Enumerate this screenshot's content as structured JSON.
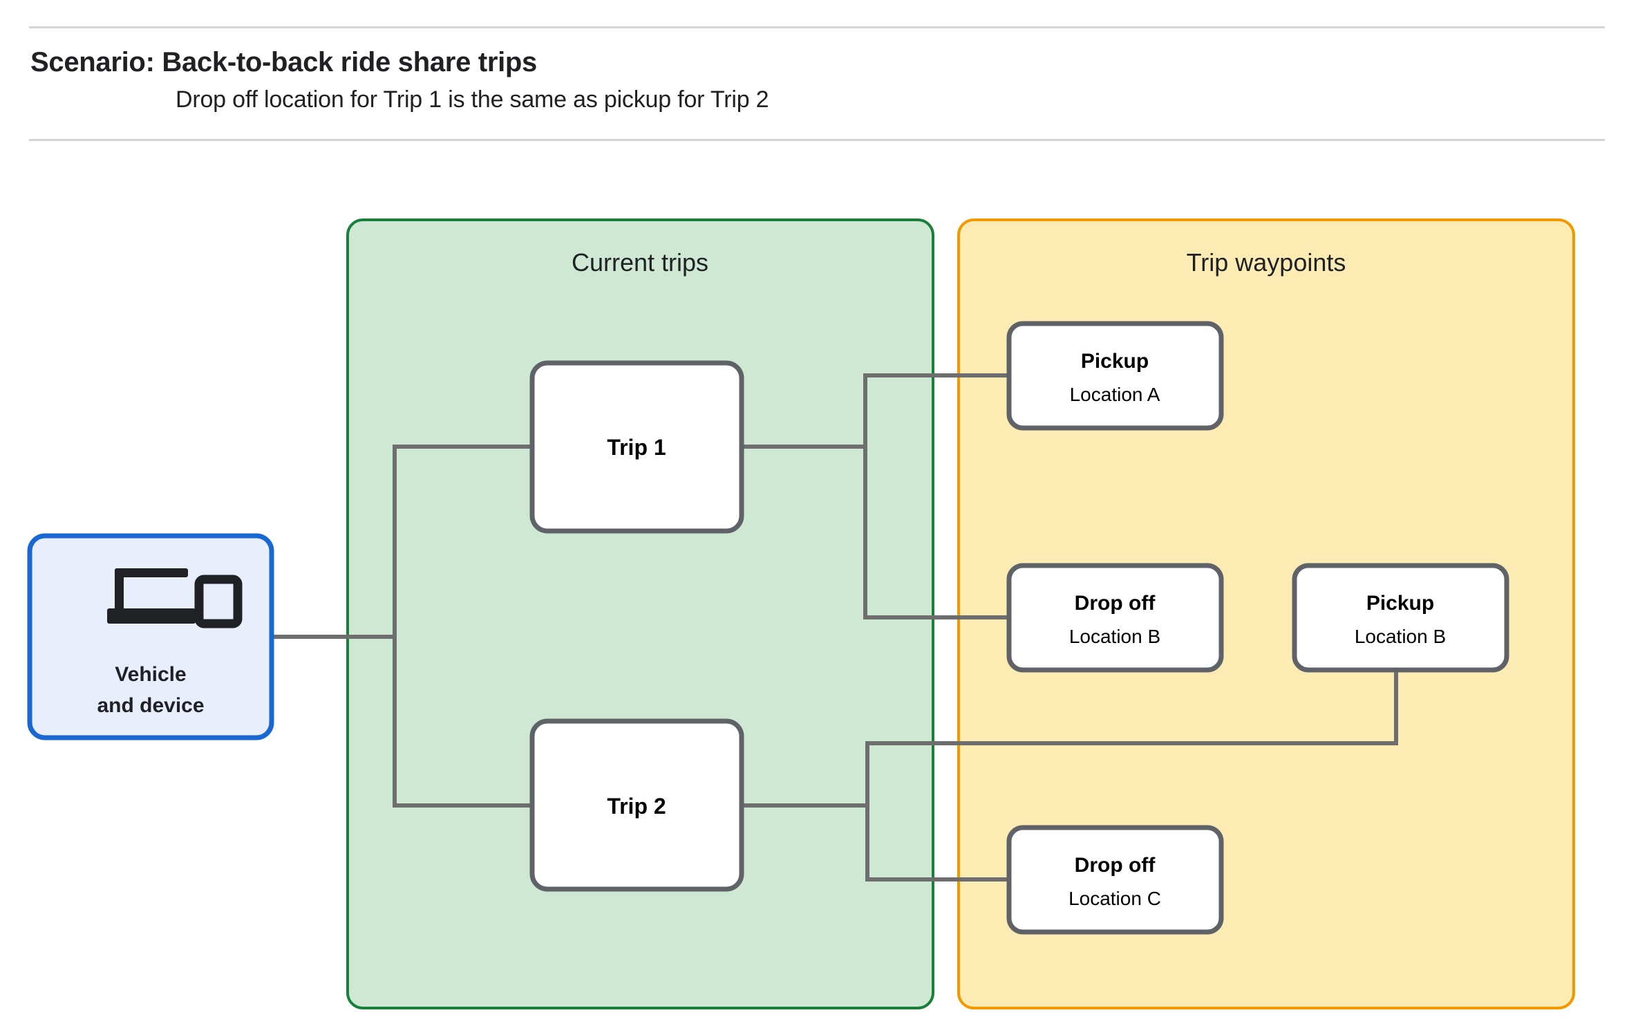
{
  "header": {
    "title": "Scenario: Back-to-back ride share trips",
    "subtitle": "Drop off  location for Trip 1 is the same as pickup for Trip 2"
  },
  "groups": {
    "current_trips": {
      "label": "Current trips",
      "border_color": "#188038",
      "fill_color": "#cee8d4"
    },
    "trip_waypoints": {
      "label": "Trip waypoints",
      "border_color": "#f29900",
      "fill_color": "#fdebb4"
    }
  },
  "vehicle": {
    "line1": "Vehicle",
    "line2": "and device",
    "icon": "devices-icon",
    "border_color": "#1967d2",
    "fill_color": "#e8eefc"
  },
  "trips": [
    {
      "label": "Trip 1"
    },
    {
      "label": "Trip 2"
    }
  ],
  "waypoints": [
    {
      "type": "Pickup",
      "location": "Location A"
    },
    {
      "type": "Drop off",
      "location": "Location B"
    },
    {
      "type": "Pickup",
      "location": "Location B"
    },
    {
      "type": "Drop off",
      "location": "Location C"
    }
  ],
  "colors": {
    "connector": "#6e6e6e",
    "node_border": "#5f6368",
    "rule": "#d4d4d4"
  }
}
